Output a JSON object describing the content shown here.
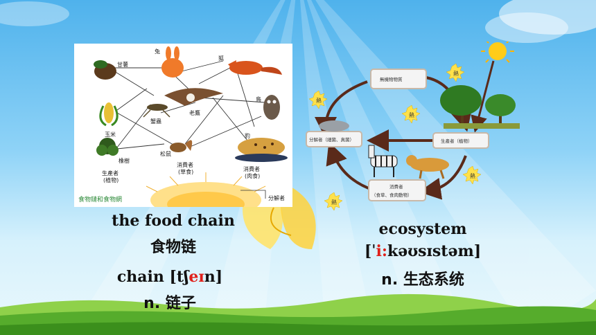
{
  "left_figure": {
    "labels": {
      "ganshu": "甘薯",
      "tu": "兔",
      "hu": "狐",
      "mangchong": "蟹蟲",
      "laoying": "老鷹",
      "niao": "鳥",
      "yumi": "玉米",
      "songshu": "松鼠",
      "baozi": "豹",
      "xiangshu": "橡樹",
      "producer": "生產者",
      "producer_sub": "(植物)",
      "consumer_herb": "消費者",
      "consumer_herb_sub": "(草食)",
      "consumer_carn": "消費者",
      "consumer_carn_sub": "(肉食)",
      "decomposer": "分解者"
    },
    "caption": "食物鏈和食物網"
  },
  "right_figure": {
    "labels": {
      "inorganic": "無機物物質",
      "producer": "生產者（植物）",
      "consumer": "消費者",
      "consumer_sub": "（食草、食肉動物）",
      "decomposer": "分解者（細菌、真菌）",
      "heat": "熱"
    }
  },
  "words": {
    "food_chain_en": "the food chain",
    "food_chain_cn": "食物链",
    "chain_word": "chain",
    "chain_ipa_open": "[tʃ",
    "chain_ipa_red": "eɪ",
    "chain_ipa_close": "n]",
    "chain_cn": "n. 链子",
    "ecosystem_en": "ecosystem",
    "ecosystem_ipa_open": "[ˈ",
    "ecosystem_ipa_red": "i:",
    "ecosystem_ipa_mid": "kəʊsɪstəm]",
    "ecosystem_cn": "n. 生态系统"
  },
  "colors": {
    "accent_red": "#e0201a",
    "arrow_brown": "#5a2a1a",
    "caption_green": "#2e8b3a"
  }
}
